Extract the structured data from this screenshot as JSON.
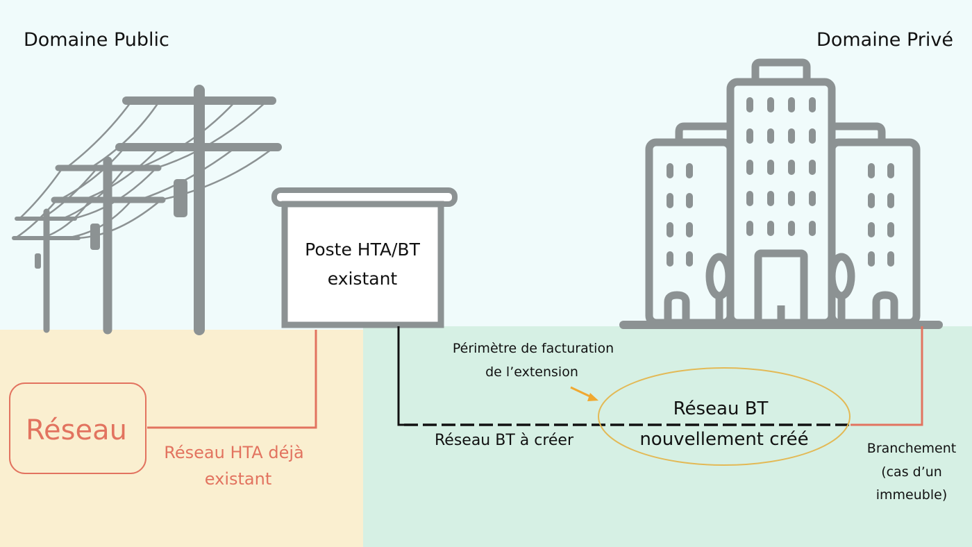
{
  "labels": {
    "public_domain": "Domaine Public",
    "private_domain": "Domaine Privé",
    "substation_line1": "Poste HTA/BT",
    "substation_line2": "existant",
    "network_box": "Réseau",
    "hta_line1": "Réseau HTA déjà",
    "hta_line2": "existant",
    "billing_line1": "Périmètre de facturation",
    "billing_line2": "de l’extension",
    "bt_to_create": "Réseau BT à créer",
    "bt_new_line1": "Réseau BT",
    "bt_new_line2": "nouvellement créé",
    "branch_line1": "Branchement",
    "branch_line2": "(cas d’un",
    "branch_line3": "immeuble)"
  },
  "colors": {
    "sky": "#f0fbfb",
    "public_ground": "#faefd0",
    "private_ground": "#d6f0e4",
    "icon_gray": "#8c9293",
    "hta_red": "#e2735f",
    "ellipse_gold": "#e3b955",
    "arrow_orange": "#f0a830"
  }
}
